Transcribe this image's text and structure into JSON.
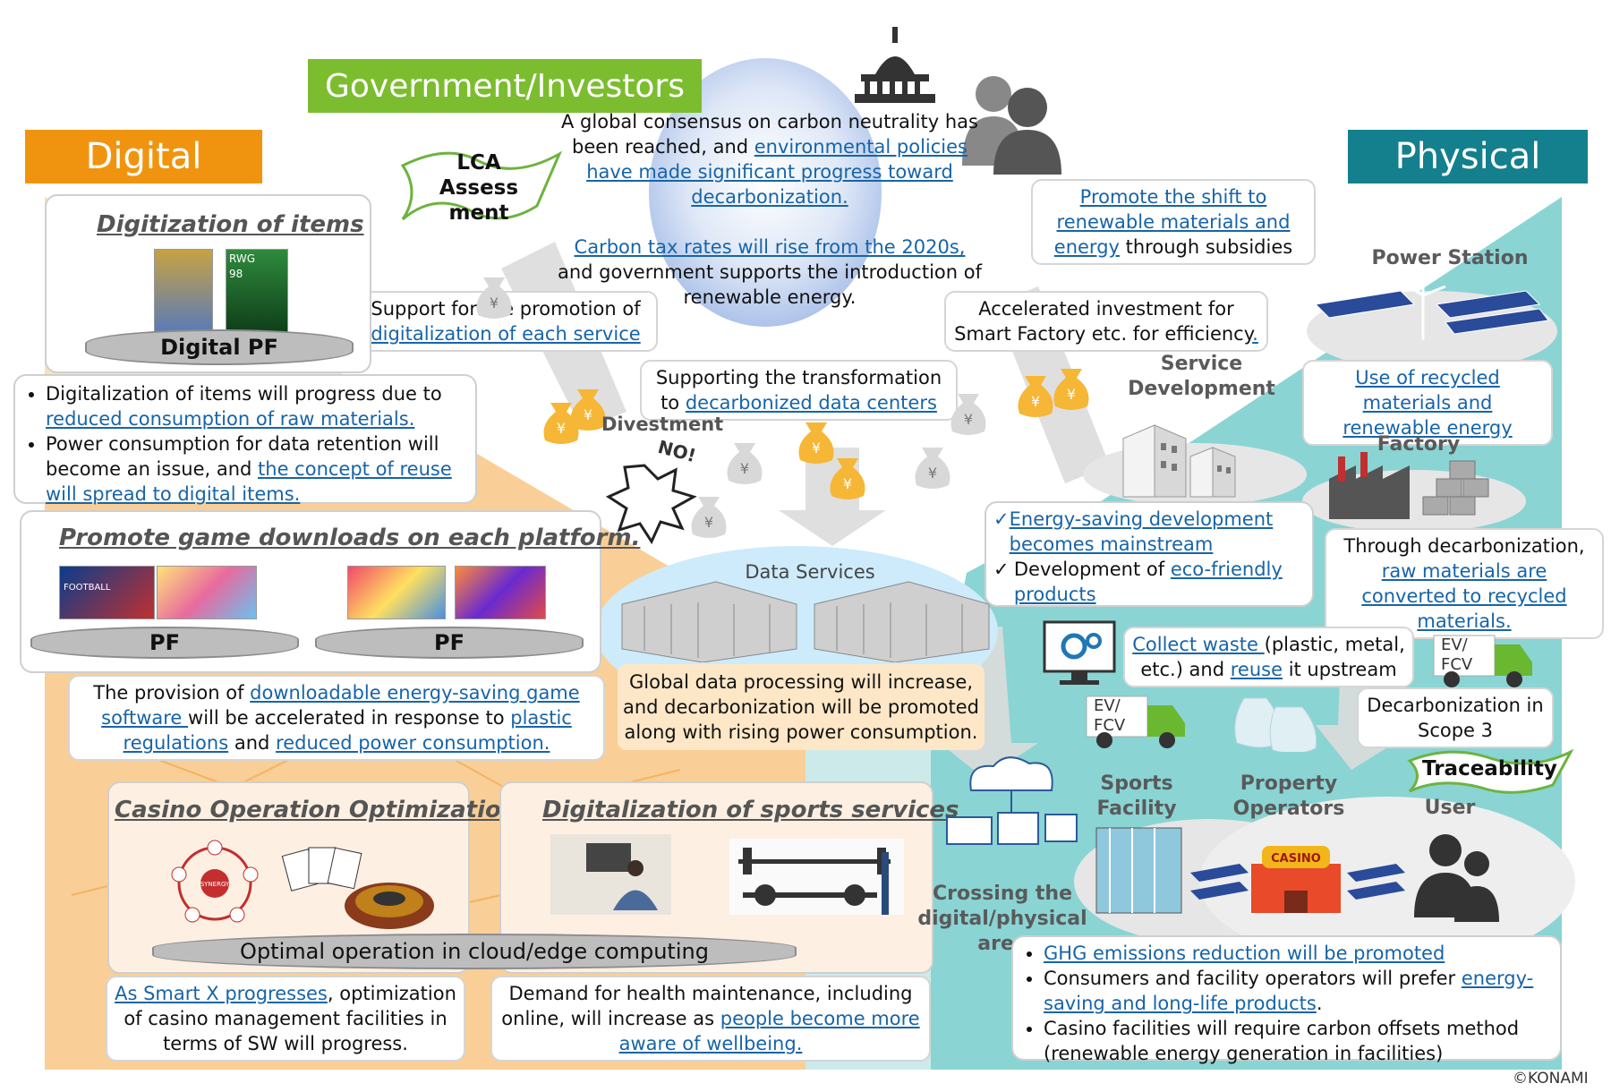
{
  "headers": {
    "digital": "Digital",
    "physical": "Physical",
    "government": "Government/Investors"
  },
  "colors": {
    "digital_orange": "#f0940f",
    "physical_teal": "#147f8d",
    "gov_green": "#7cbd30",
    "link_blue": "#1764a8",
    "teal_bg": "#8ad4d4",
    "orange_bg": "#f9cf97"
  },
  "lca": {
    "line1": "LCA",
    "line2": "Assess",
    "line3": "ment"
  },
  "gov_center": {
    "p1_a": "A global consensus on carbon neutrality has been reached, and ",
    "p1_link": "environmental policies have made significant progress toward decarbonization.",
    "p2_link": "Carbon tax rates will rise from the 2020s,",
    "p2_b": " and government supports the introduction of renewable energy."
  },
  "support_digital": {
    "a": "Support for the promotion of ",
    "link": "digitalization of each service"
  },
  "support_dc": {
    "a": "Supporting the transformation to ",
    "link": "decarbonized data centers"
  },
  "promote_shift": {
    "link": "Promote the shift to renewable materials and energy",
    "b": " through subsidies"
  },
  "accelerated": {
    "a": "Accelerated investment for Smart Factory etc. for efficiency",
    "link": "."
  },
  "divestment": "Divestment",
  "no": "NO!",
  "digitization_items": {
    "title": "Digitization of items",
    "pf": "Digital PF"
  },
  "bullets_items": {
    "b1_a": "Digitalization of items will progress due to ",
    "b1_link": "reduced consumption of raw materials.",
    "b2_a": "Power consumption for data retention will become an issue, and ",
    "b2_link": "the concept of reuse will spread to digital items."
  },
  "downloads": {
    "title": "Promote game downloads on each platform.",
    "pf1": "PF",
    "pf2": "PF"
  },
  "provision": {
    "a": "The provision of ",
    "link1": "downloadable energy-saving game software ",
    "b": "will be accelerated in response to ",
    "link2": "plastic regulations",
    "c": " and ",
    "link3": "reduced power consumption."
  },
  "data_services": {
    "label": "Data Services",
    "text": "Global data processing will increase, and decarbonization will be promoted along with rising power consumption."
  },
  "casino": {
    "title": "Casino Operation Optimization",
    "cloud": "Optimal operation in cloud/edge computing"
  },
  "sports": {
    "title": "Digitalization of sports services"
  },
  "smartx": {
    "link": "As Smart X progresses",
    "b": ", optimization of casino management facilities in terms of SW will progress."
  },
  "health": {
    "a": "Demand for health maintenance, including online, will increase as ",
    "link": "people become more aware of wellbeing."
  },
  "crossing": "Crossing the digital/physical area",
  "power_station": "Power Station",
  "recycled": {
    "link": "Use of recycled materials and renewable energy"
  },
  "service_dev": "Service Development",
  "factory": "Factory",
  "energy_saving": {
    "c1_link": "Energy-saving development becomes mainstream",
    "c2_a": "Development of ",
    "c2_link": "eco-friendly products"
  },
  "through_decarb": {
    "a": "Through decarbonization, ",
    "link": "raw materials are converted to recycled materials."
  },
  "collect": {
    "link1": "Collect waste ",
    "b": "(plastic, metal, etc.) and ",
    "link2": "reuse",
    "c": " it upstream"
  },
  "evfcv1": {
    "l1": "EV/",
    "l2": "FCV"
  },
  "evfcv2": {
    "l1": "EV/",
    "l2": "FCV"
  },
  "scope3": "Decarbonization in Scope 3",
  "traceability": "Traceability",
  "sports_facility": "Sports Facility",
  "property_ops": "Property Operators",
  "user": "User",
  "casino_sign": "CASINO",
  "bottom_right": {
    "b1_link": "GHG emissions reduction will be promoted",
    "b2_a": "Consumers and facility operators will prefer ",
    "b2_link": "energy-saving and long-life products",
    "b2_c": ".",
    "b3": "Casino facilities will require carbon offsets method (renewable energy generation in facilities)"
  },
  "card_labels": {
    "rwg": "RWG",
    "rwg_num": "98",
    "football": "FOOTBALL"
  },
  "synergy": "SYNERGY",
  "copyright": "©KONAMI",
  "icons": [
    "capitol-icon",
    "people-icon",
    "money-bag-icon",
    "building-icon",
    "factory-icon",
    "server-icon",
    "truck-icon",
    "cloud-devices-icon",
    "casino-icon",
    "solar-panel-icon",
    "wind-turbine-icon"
  ]
}
